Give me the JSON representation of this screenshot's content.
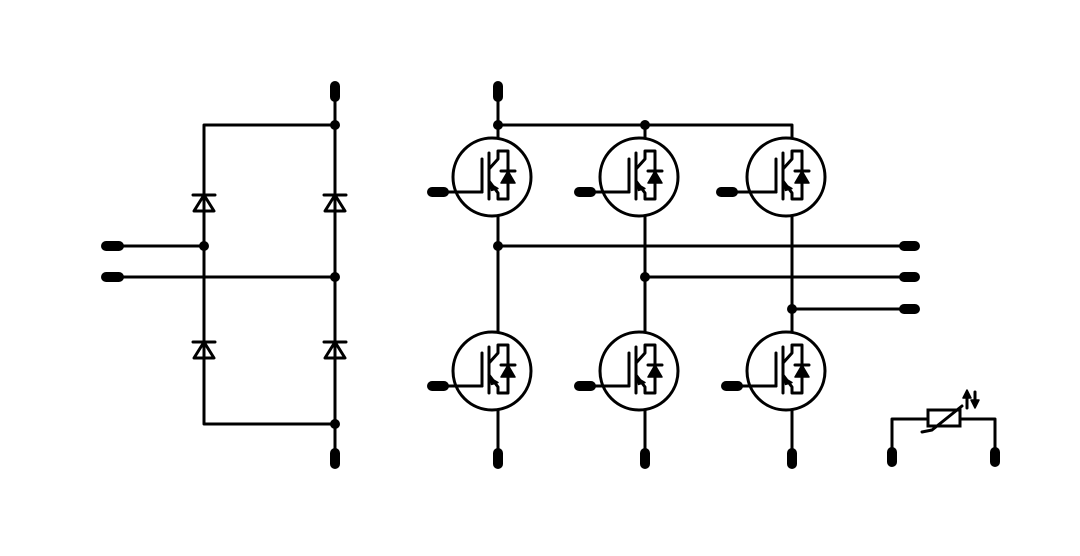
{
  "diagram": {
    "colors": {
      "stroke": "#000000",
      "background": "#ffffff"
    },
    "rectifier": {
      "diodes": 4
    },
    "inverter": {
      "igbt_columns": 3,
      "igbt_rows": 2
    },
    "thermistor": {
      "icon": "ntc-thermistor-icon"
    }
  }
}
